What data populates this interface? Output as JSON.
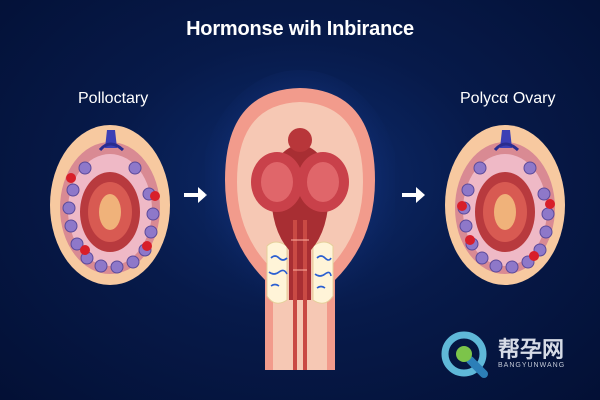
{
  "title": "Hormonse wih Inbirance",
  "labels": {
    "left": "Polloctary",
    "right": "Polycα Ovary"
  },
  "watermark": {
    "cn": "帮孕网",
    "en": "BANGYUNWANG"
  }
}
